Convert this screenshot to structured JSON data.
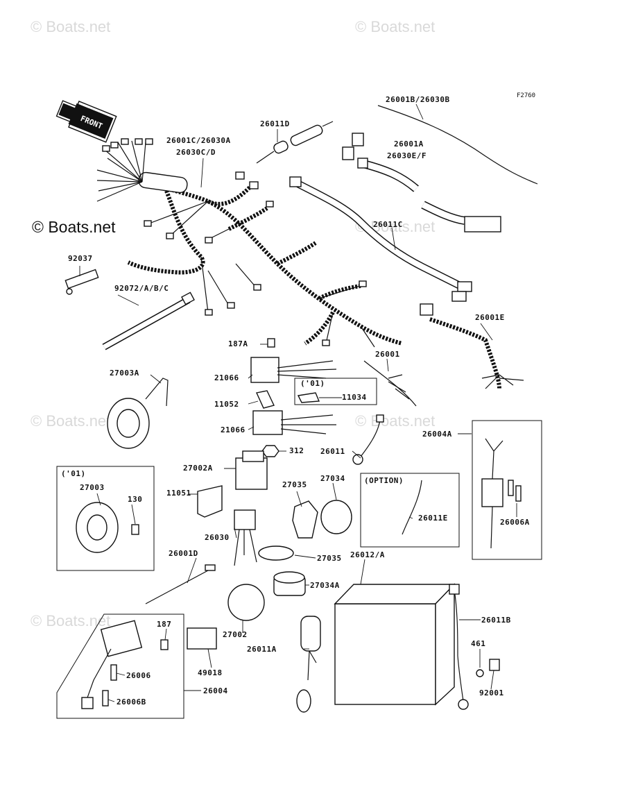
{
  "watermarks": {
    "small": "© Boats.net",
    "main": "© Boats.net"
  },
  "figure_code": "F2760",
  "front_arrow": "FRONT",
  "labels": {
    "p26001B_26030B": "26001B/26030B",
    "p26001C_26030A": "26001C/26030A",
    "p26030CD": "26030C/D",
    "p26011D": "26011D",
    "p26001A": "26001A",
    "p26030EF": "26030E/F",
    "p26011C": "26011C",
    "p92037": "92037",
    "p92072ABC": "92072/A/B/C",
    "p26001E": "26001E",
    "p187A": "187A",
    "p26001": "26001",
    "p27003A": "27003A",
    "p21066a": "21066",
    "p01a": "('01)",
    "p11034": "11034",
    "p11052": "11052",
    "p21066b": "21066",
    "p26004A": "26004A",
    "p312": "312",
    "p26011": "26011",
    "p27002A": "27002A",
    "p01b": "('01)",
    "p27003": "27003",
    "p130": "130",
    "p11051": "11051",
    "p27035a": "27035",
    "p27034": "27034",
    "option": "(OPTION)",
    "p26011E": "26011E",
    "p26006A": "26006A",
    "p26030": "26030",
    "p26001D": "26001D",
    "p27035b": "27035",
    "p26012A": "26012/A",
    "p27034A": "27034A",
    "p26011B": "26011B",
    "p187": "187",
    "p27002": "27002",
    "p26006": "26006",
    "p26011A": "26011A",
    "p461": "461",
    "p49018": "49018",
    "p26004": "26004",
    "p26006B": "26006B",
    "p92001": "92001"
  }
}
